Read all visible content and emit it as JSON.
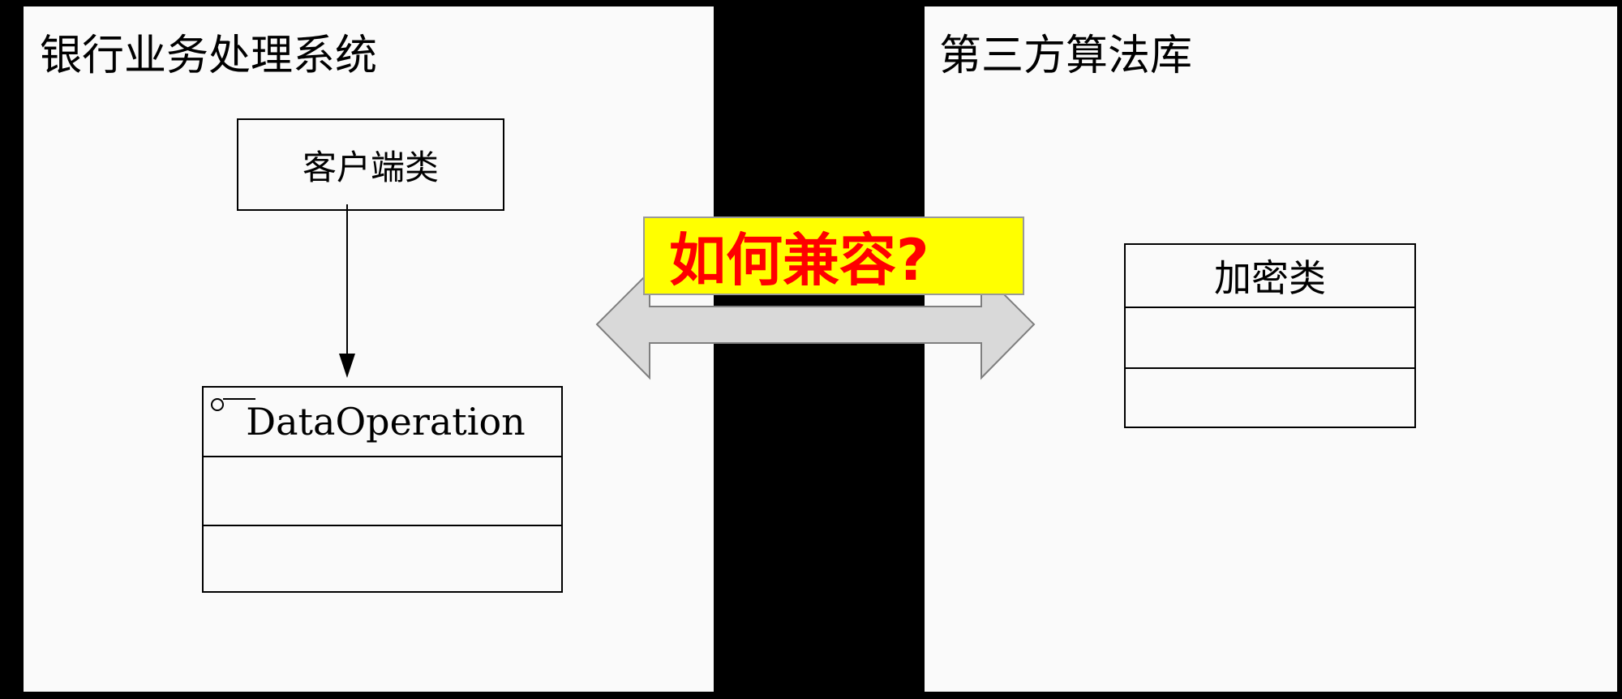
{
  "left_panel": {
    "title": "银行业务处理系统",
    "client_class": "客户端类",
    "interface_class": {
      "name": "DataOperation",
      "attributes": "",
      "operations": ""
    }
  },
  "right_panel": {
    "title": "第三方算法库",
    "encrypt_class": {
      "name": "加密类",
      "attributes": "",
      "operations": ""
    }
  },
  "banner": {
    "text": "如何兼容?"
  },
  "colors": {
    "background": "#000000",
    "panel": "#fafafa",
    "banner_fill": "#ffff00",
    "banner_text": "#ff0000",
    "double_arrow": "#d9d9d9"
  }
}
